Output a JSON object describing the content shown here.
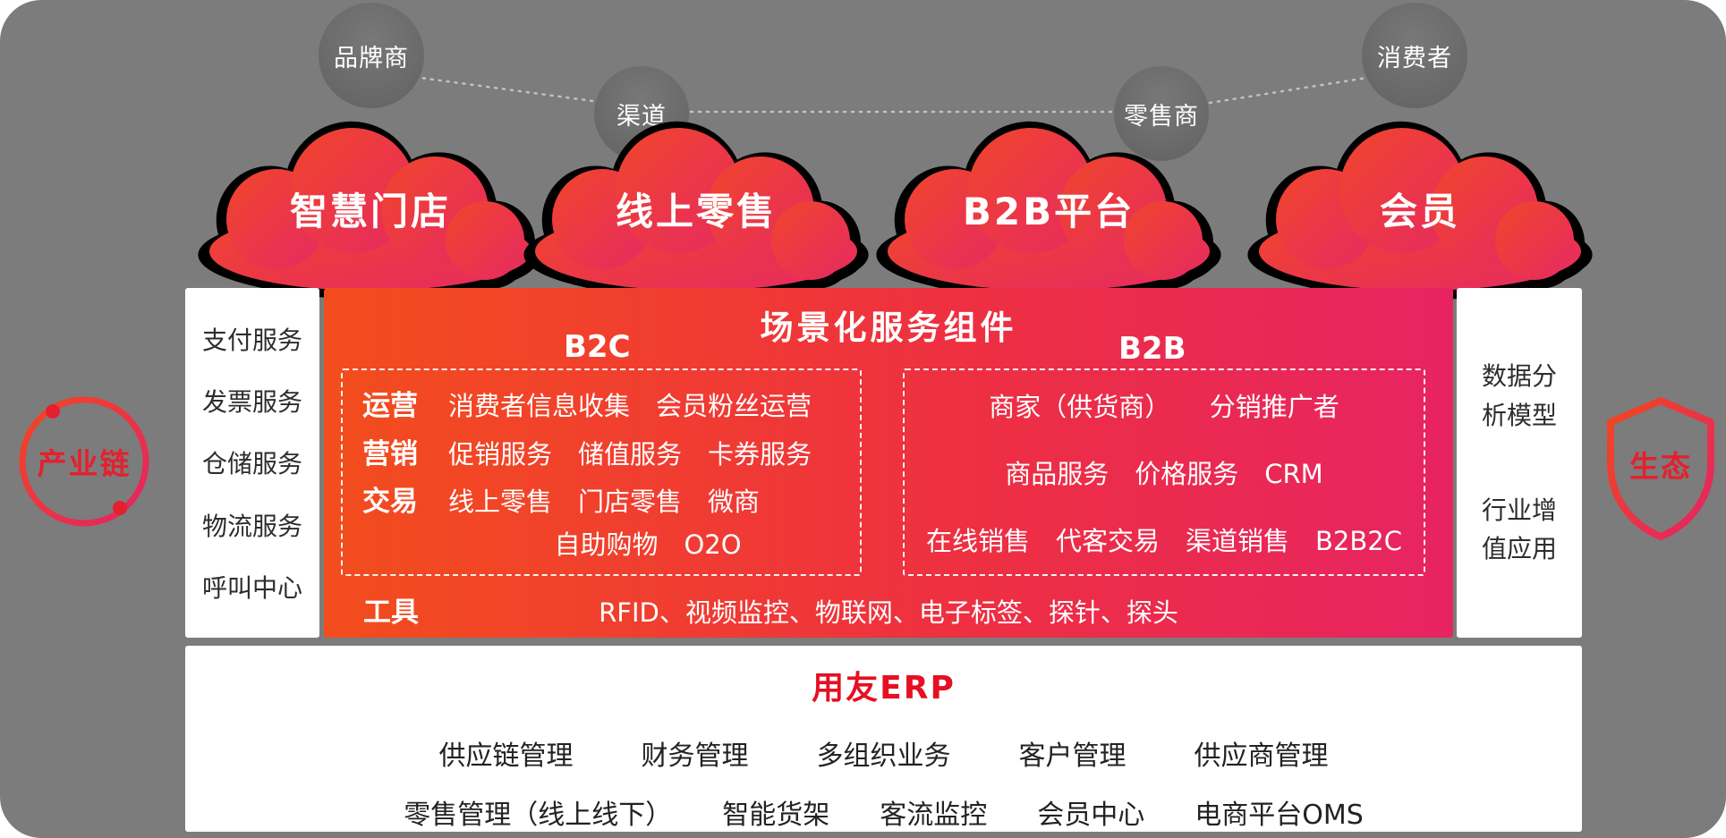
{
  "top_nodes": {
    "brand": "品牌商",
    "channel": "渠道",
    "retailer": "零售商",
    "consumer": "消费者"
  },
  "clouds": [
    {
      "label": "智慧门店"
    },
    {
      "label": "线上零售"
    },
    {
      "label": "B2B平台"
    },
    {
      "label": "会员"
    }
  ],
  "left_panel": {
    "items": [
      "支付服务",
      "发票服务",
      "仓储服务",
      "物流服务",
      "呼叫中心"
    ]
  },
  "badges": {
    "industry_chain": "产业链",
    "ecology": "生态"
  },
  "service_box": {
    "title": "场景化服务组件",
    "b2c_heading": "B2C",
    "b2b_heading": "B2B",
    "b2c_rows": [
      {
        "label": "运营",
        "content": "消费者信息收集　会员粉丝运营"
      },
      {
        "label": "营销",
        "content": "促销服务　储值服务　卡券服务"
      },
      {
        "label": "交易",
        "content": "线上零售　门店零售　微商",
        "content2": "自助购物　O2O"
      }
    ],
    "b2b_rows": [
      "商家（供货商）　　分销推广者",
      "商品服务　价格服务　CRM",
      "在线销售　代客交易　渠道销售　B2B2C"
    ],
    "tools_label": "工具",
    "tools_content": "RFID、视频监控、物联网、电子标签、探针、探头"
  },
  "right_panel": {
    "items": [
      "数据分\n析模型",
      "行业增\n值应用"
    ]
  },
  "erp_box": {
    "title": "用友ERP",
    "row1": [
      "供应链管理",
      "财务管理",
      "多组织业务",
      "客户管理",
      "供应商管理"
    ],
    "row2": [
      "零售管理（线上线下）",
      "智能货架",
      "客流监控",
      "会员中心",
      "电商平台OMS"
    ]
  },
  "colors": {
    "background": "#7c7c7c",
    "cloud_gradient_start": "#f1452b",
    "cloud_gradient_end": "#e62a62",
    "box_gradient_start": "#f34d1d",
    "box_gradient_end": "#e72462",
    "accent_red": "#e5202e",
    "panel_white": "#ffffff",
    "node_gray": "#6a6a6a"
  }
}
